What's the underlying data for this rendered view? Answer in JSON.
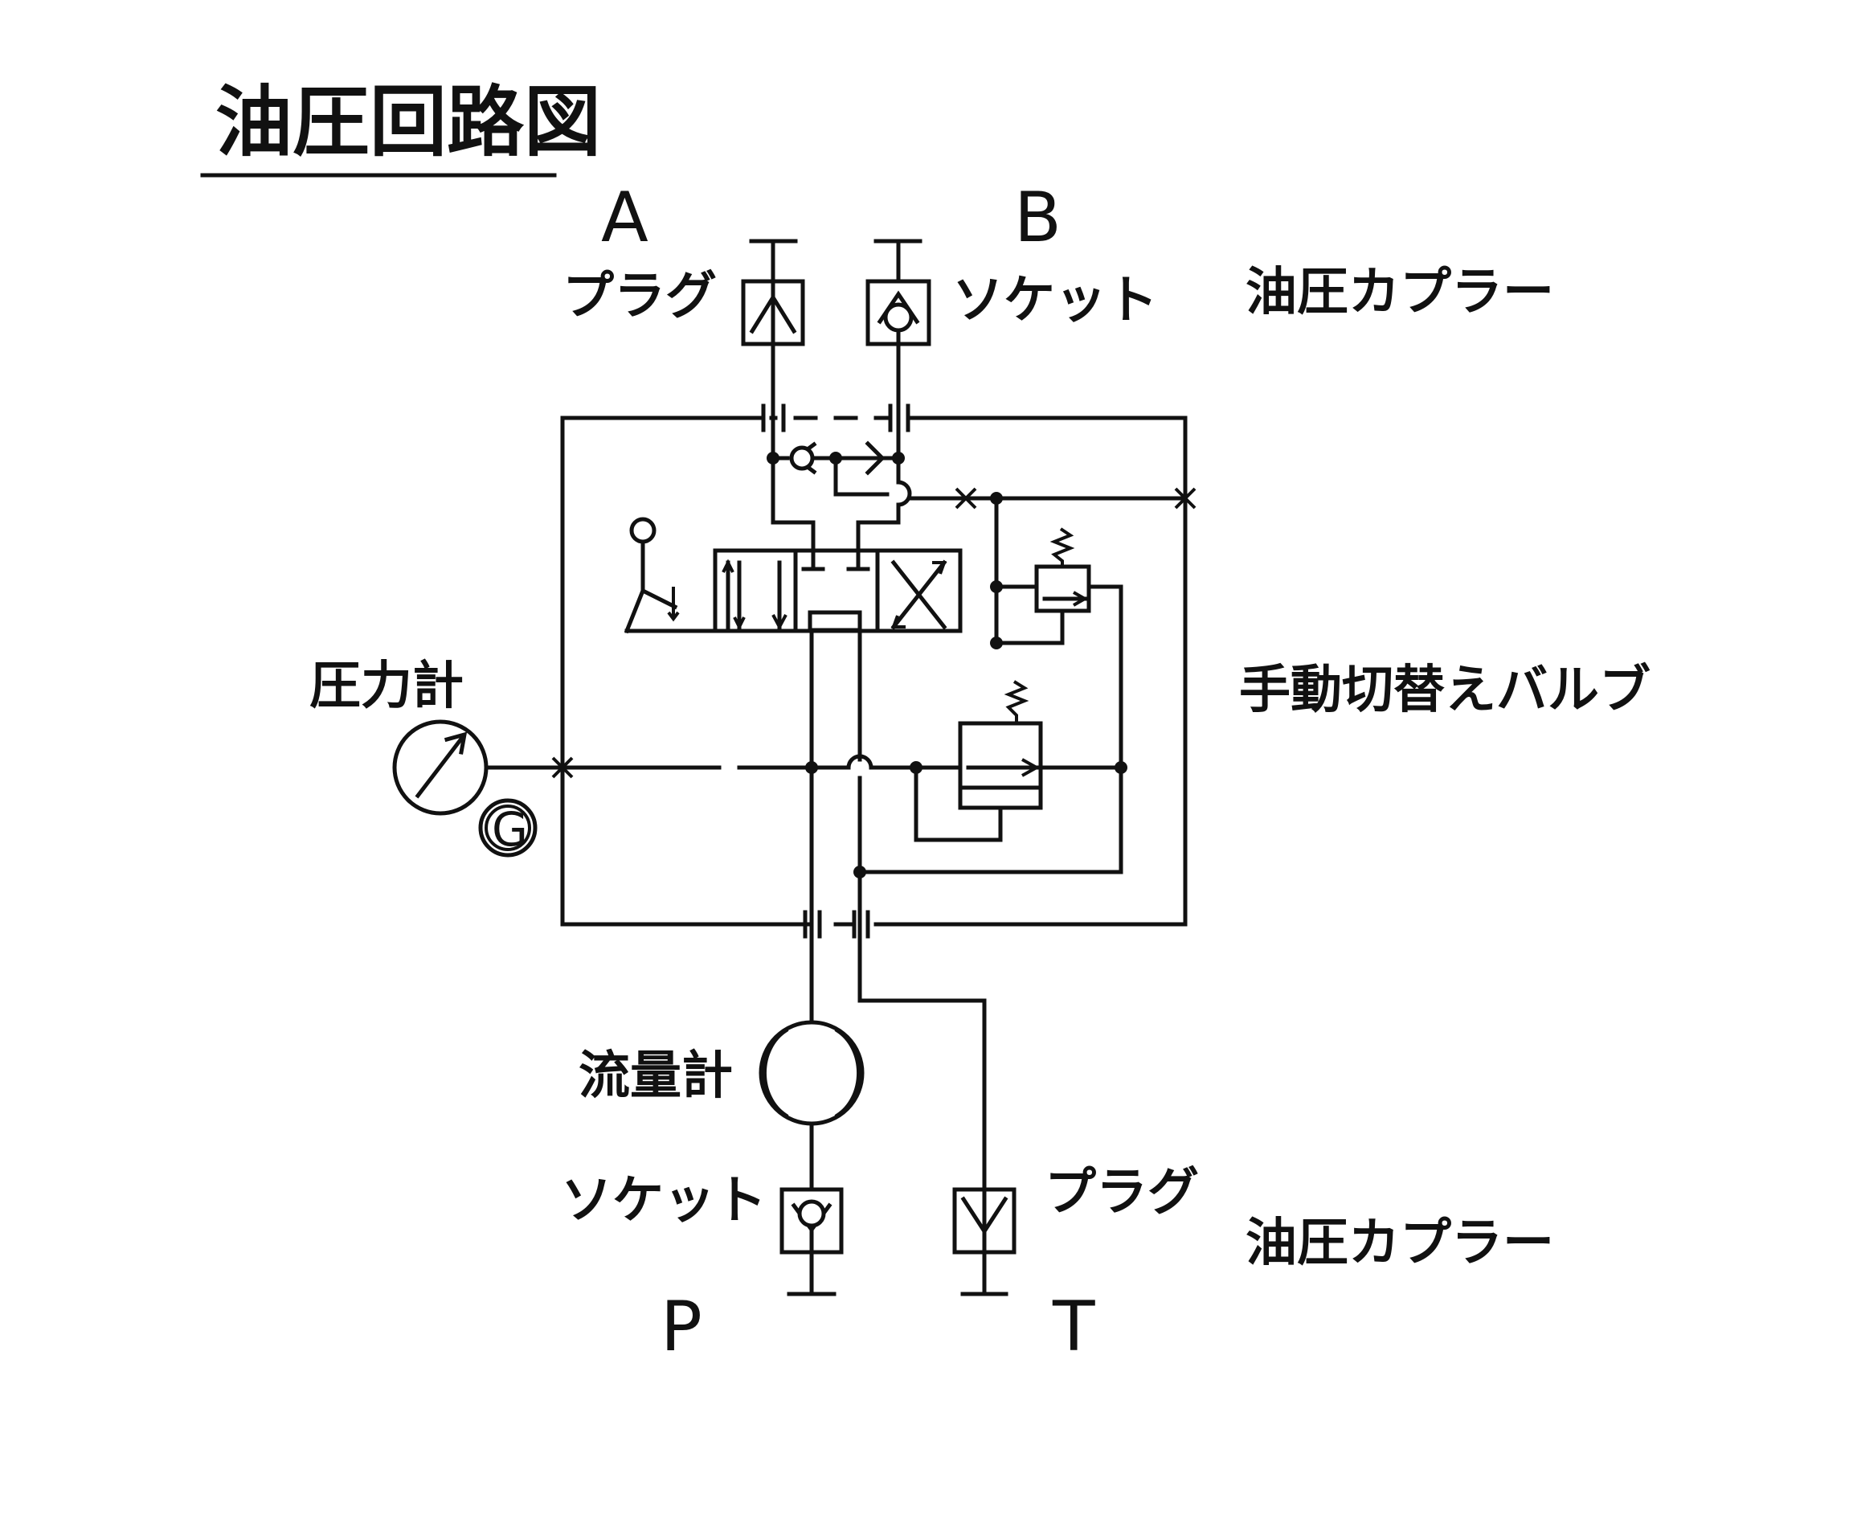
{
  "title": "油圧回路図",
  "ports": {
    "a": "A",
    "b": "B",
    "p": "P",
    "t": "T"
  },
  "labels": {
    "plug_top": "プラグ",
    "socket_top": "ソケット",
    "coupler_top": "油圧カプラー",
    "pressure_gauge": "圧力計",
    "gauge_mark": "G",
    "manual_valve": "手動切替えバルブ",
    "flow_meter": "流量計",
    "socket_bottom": "ソケット",
    "plug_bottom": "プラグ",
    "coupler_bottom": "油圧カプラー"
  }
}
